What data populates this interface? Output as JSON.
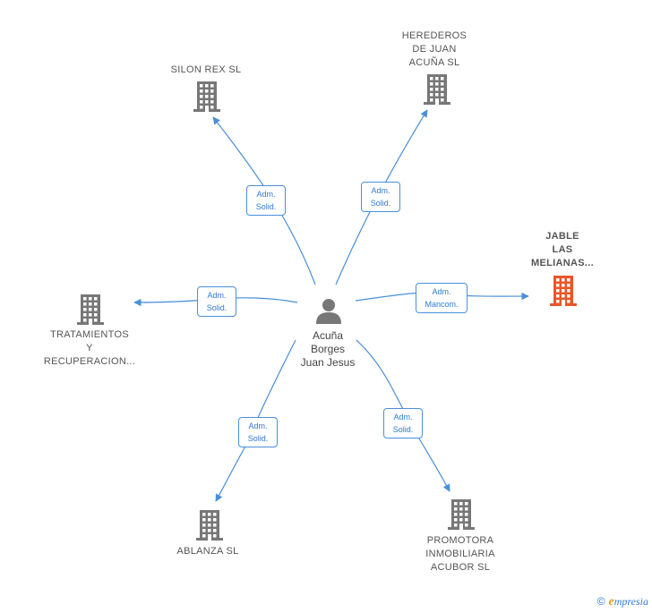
{
  "person": {
    "label_lines": [
      "Acuña",
      "Borges",
      "Juan Jesus"
    ],
    "icon": "person-icon"
  },
  "colors": {
    "edge": "#4a8fd9",
    "building": "#777777",
    "building_highlight": "#e8572b",
    "text": "#555555"
  },
  "companies": [
    {
      "id": "silon",
      "lines": [
        "SILON REX SL"
      ],
      "highlight": false,
      "icon": "building-icon",
      "edge_label": [
        "Adm.",
        "Solid."
      ]
    },
    {
      "id": "herederos",
      "lines": [
        "HEREDEROS",
        "DE JUAN",
        "ACUÑA  SL"
      ],
      "highlight": false,
      "icon": "building-icon",
      "edge_label": [
        "Adm.",
        "Solid."
      ]
    },
    {
      "id": "jable",
      "lines": [
        "JABLE",
        "LAS",
        "MELIANAS..."
      ],
      "highlight": true,
      "icon": "building-icon",
      "edge_label": [
        "Adm.",
        "Mancom."
      ]
    },
    {
      "id": "promotora",
      "lines": [
        "PROMOTORA",
        "INMOBILIARIA",
        "ACUBOR  SL"
      ],
      "highlight": false,
      "icon": "building-icon",
      "edge_label": [
        "Adm.",
        "Solid."
      ]
    },
    {
      "id": "ablanza",
      "lines": [
        "ABLANZA  SL"
      ],
      "highlight": false,
      "icon": "building-icon",
      "edge_label": [
        "Adm.",
        "Solid."
      ]
    },
    {
      "id": "tratamientos",
      "lines": [
        "TRATAMIENTOS",
        "Y",
        "RECUPERACION..."
      ],
      "highlight": false,
      "icon": "building-icon",
      "edge_label": [
        "Adm.",
        "Solid."
      ]
    }
  ],
  "brand": {
    "copyright": "©",
    "initial": "e",
    "rest": "mpresia"
  }
}
